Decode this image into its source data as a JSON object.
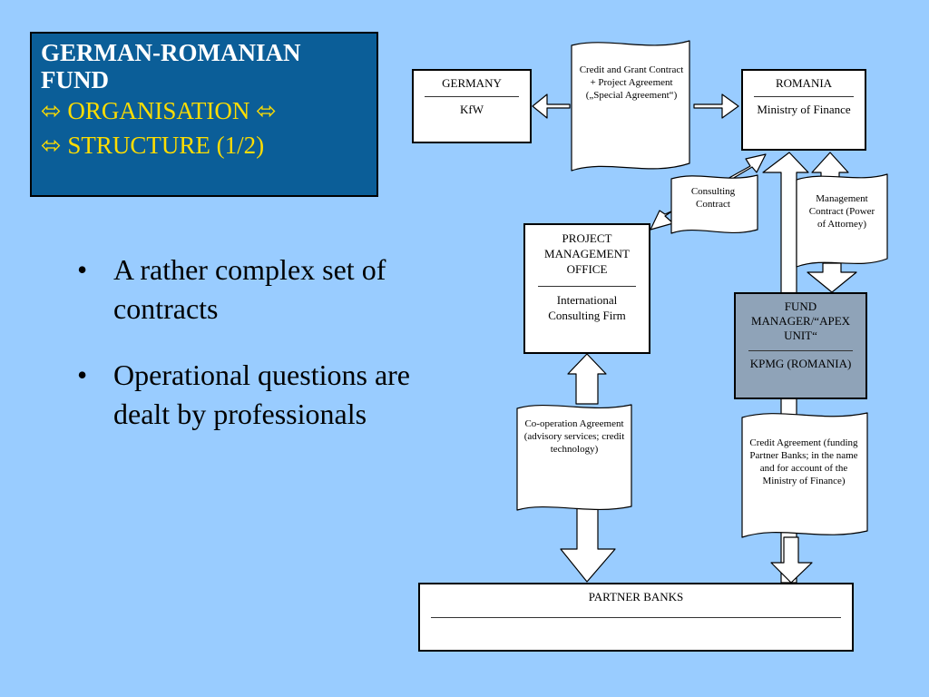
{
  "slide": {
    "title": "GERMAN-ROMANIAN FUND",
    "subtitle_line1": "⬄ ORGANISATION  ⬄",
    "subtitle_line2": "⬄ STRUCTURE (1/2)",
    "bullet_glyph": "•",
    "bullets": [
      "A rather complex set of contracts",
      "Operational questions are dealt by professionals"
    ]
  },
  "diagram": {
    "germany": {
      "title": "GERMANY",
      "subtitle": "KfW"
    },
    "romania": {
      "title": "ROMANIA",
      "subtitle": "Ministry of Finance"
    },
    "pmo": {
      "title": "PROJECT MANAGEMENT OFFICE",
      "subtitle": "International Consulting Firm"
    },
    "fund_manager": {
      "title": "FUND MANAGER/“APEX UNIT“",
      "subtitle": "KPMG (ROMANIA)"
    },
    "partner_banks": {
      "title": "PARTNER BANKS"
    },
    "documents": {
      "credit_grant": "Credit and Grant Contract + Project Agreement („Special Agreement“)",
      "consulting": "Consulting Contract",
      "management": "Management Contract (Power of Attorney)",
      "cooperation": "Co-operation Agreement (advisory services; credit technology)",
      "credit_agreement": "Credit Agreement (funding Partner Banks; in the name and for account of the Ministry of Finance)"
    }
  },
  "colors": {
    "background": "#99ccff",
    "title_bg": "#0b5e98",
    "title_accent": "#ffdd00",
    "fund_manager_bg": "#8fa3b8"
  }
}
